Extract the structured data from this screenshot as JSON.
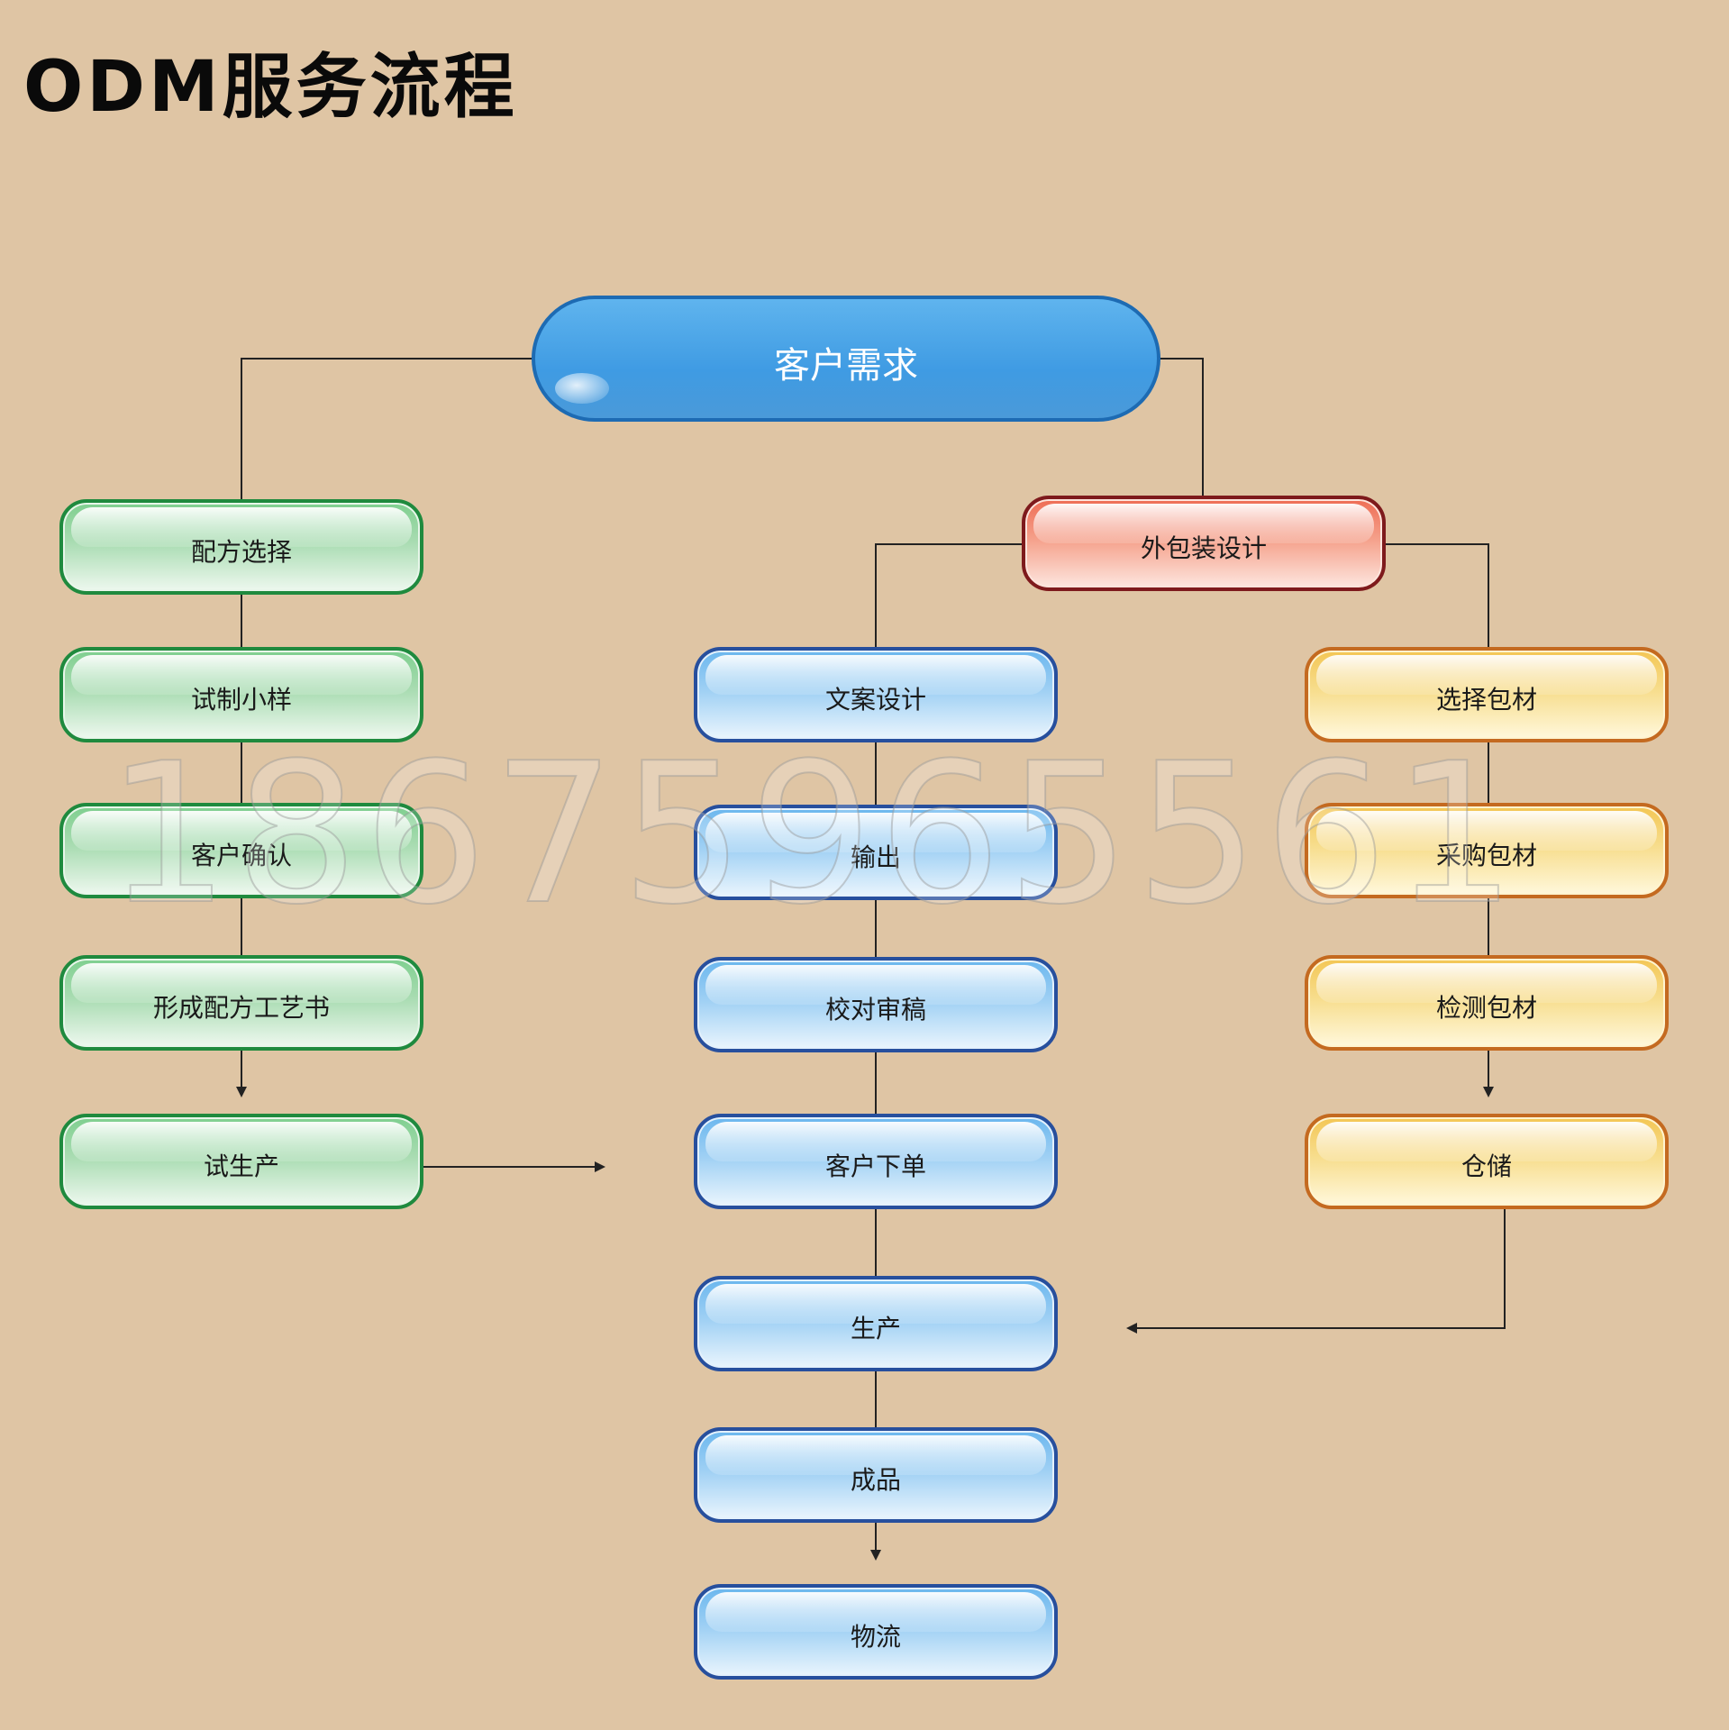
{
  "title": "ODM服务流程",
  "root": "客户需求",
  "left_column": [
    "配方选择",
    "试制小样",
    "客户确认",
    "形成配方工艺书",
    "试生产"
  ],
  "branch": "外包装设计",
  "center_column": [
    "文案设计",
    "输出",
    "校对审稿",
    "客户下单",
    "生产",
    "成品",
    "物流"
  ],
  "right_column": [
    "选择包材",
    "采购包材",
    "检测包材",
    "仓储"
  ],
  "watermark": "18675965561",
  "colors": {
    "background": "#dfc5a4",
    "left": "#1f8a3e",
    "center": "#274f9d",
    "right": "#c46a20",
    "branch": "#7e1a1c",
    "root": "#3f9be3"
  }
}
